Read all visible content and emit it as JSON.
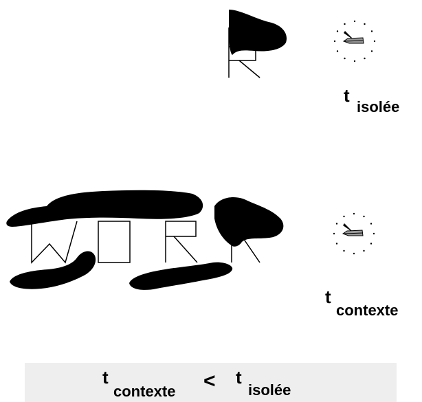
{
  "colors": {
    "ink": "#000000",
    "background": "#ffffff",
    "band": "#eeeeee",
    "clock_hand_fill": "#9a9a9a"
  },
  "icons": [
    "occluded-letter-r-icon",
    "clock-icon",
    "occluded-word-icon"
  ],
  "labels": {
    "t_symbol": "t",
    "isolated_subscript": "isolée",
    "context_subscript": "contexte",
    "less_than": "<"
  }
}
